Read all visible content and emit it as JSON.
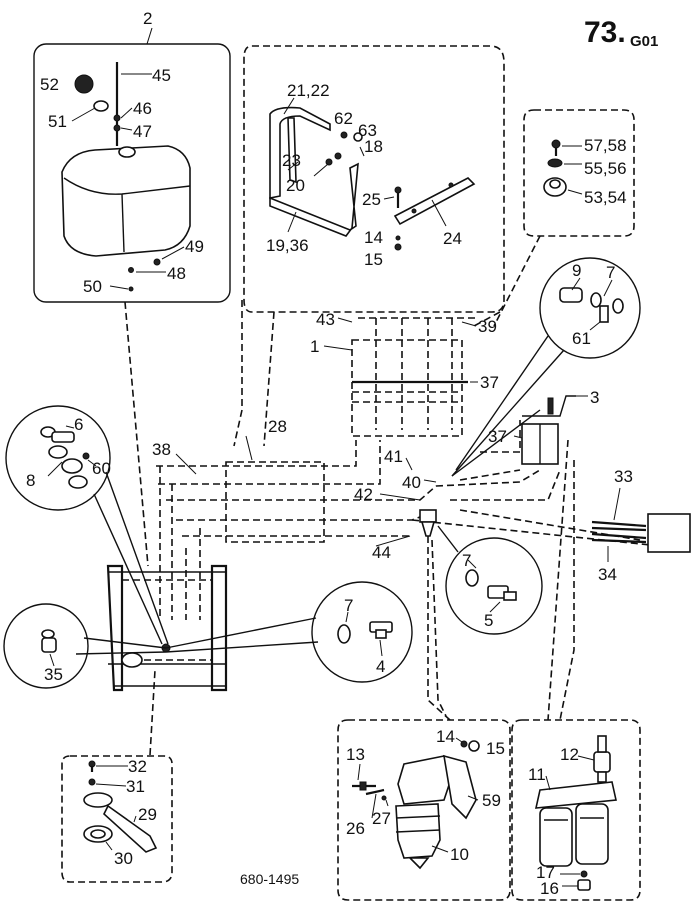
{
  "page": {
    "number": "73.",
    "suffix": "G01",
    "drawing_ref": "680-1495"
  },
  "callouts": {
    "c2": "2",
    "c52": "52",
    "c45": "45",
    "c51": "51",
    "c46": "46",
    "c47": "47",
    "c49": "49",
    "c48": "48",
    "c50": "50",
    "c21_22": "21,22",
    "c62": "62",
    "c63": "63",
    "c18": "18",
    "c23": "23",
    "c20": "20",
    "c25": "25",
    "c24": "24",
    "c14a": "14",
    "c15a": "15",
    "c19_36": "19,36",
    "c57_58": "57,58",
    "c55_56": "55,56",
    "c53_54": "53,54",
    "c43": "43",
    "c39": "39",
    "c1": "1",
    "c37a": "37",
    "c37b": "37",
    "c9": "9",
    "c7a": "7",
    "c61": "61",
    "c3": "3",
    "c6": "6",
    "c8": "8",
    "c60": "60",
    "c38": "38",
    "c28": "28",
    "c41": "41",
    "c40": "40",
    "c42": "42",
    "c44": "44",
    "c33": "33",
    "c34": "34",
    "c7b": "7",
    "c5": "5",
    "c7c": "7",
    "c4": "4",
    "c35": "35",
    "c32": "32",
    "c31": "31",
    "c29": "29",
    "c30": "30",
    "c13": "13",
    "c14b": "14",
    "c15b": "15",
    "c27": "27",
    "c26": "26",
    "c59": "59",
    "c10": "10",
    "c12": "12",
    "c11": "11",
    "c17": "17",
    "c16": "16"
  }
}
